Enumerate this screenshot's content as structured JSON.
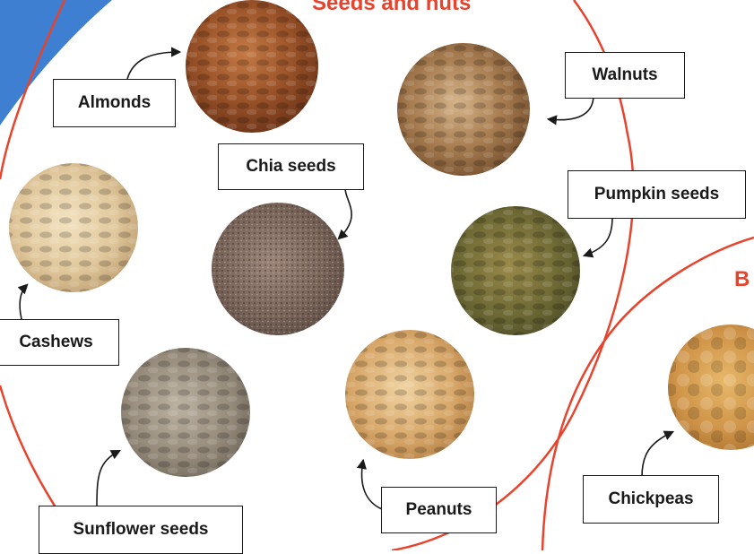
{
  "colors": {
    "ring": "#e8432d",
    "blue_shape": "#3f7fd1",
    "label_border": "#1a1a1a"
  },
  "titles": {
    "seeds_nuts": "Seeds and nuts",
    "partial_right": "B"
  },
  "items": [
    {
      "key": "almonds",
      "label": "Almonds",
      "image": "almonds-photo"
    },
    {
      "key": "walnuts",
      "label": "Walnuts",
      "image": "walnuts-photo"
    },
    {
      "key": "chia",
      "label": "Chia seeds",
      "image": "chia-seeds-photo"
    },
    {
      "key": "cashews",
      "label": "Cashews",
      "image": "cashews-photo"
    },
    {
      "key": "pumpkin",
      "label": "Pumpkin seeds",
      "image": "pumpkin-seeds-photo"
    },
    {
      "key": "sunflower",
      "label": "Sunflower seeds",
      "image": "sunflower-seeds-photo"
    },
    {
      "key": "peanuts",
      "label": "Peanuts",
      "image": "peanuts-photo"
    },
    {
      "key": "chickpeas",
      "label": "Chickpeas",
      "image": "chickpeas-photo"
    }
  ]
}
